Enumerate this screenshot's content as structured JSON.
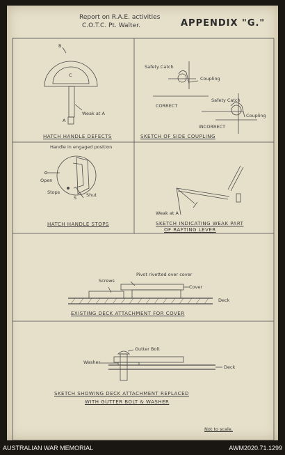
{
  "header": {
    "title_line1": "Report on R.A.E. activities",
    "title_line2": "C.O.T.C. Pt. Walter.",
    "appendix": "APPENDIX \"G.\""
  },
  "panels": {
    "hatch_defects": {
      "label_b": "B",
      "label_c": "C",
      "label_a": "A",
      "weak_at_a": "Weak at A",
      "caption": "HATCH HANDLE DEFECTS"
    },
    "side_coupling": {
      "safety_catch": "Safety Catch",
      "coupling": "Coupling",
      "correct": "CORRECT",
      "safety_catch_2": "Safety Catch",
      "coupling_2": "Coupling",
      "incorrect": "INCORRECT",
      "caption": "SKETCH OF SIDE COUPLING"
    },
    "handle_stops": {
      "engaged": "Handle in engaged position",
      "open": "Open",
      "stops": "Stops",
      "s": "S",
      "shut": "Shut",
      "caption": "HATCH HANDLE STOPS"
    },
    "rafting_lever": {
      "weak_at_a": "Weak at A",
      "caption_line1": "SKETCH INDICATING WEAK PART",
      "caption_line2": "OF RAFTING LEVER"
    },
    "deck_cover": {
      "screws": "Screws",
      "pivot": "Pivot rivetted over cover",
      "cover": "Cover",
      "deck": "Deck",
      "caption": "EXISTING DECK ATTACHMENT FOR COVER"
    },
    "gutter_bolt": {
      "gutter_bolt": "Gutter Bolt",
      "washer": "Washer",
      "deck": "Deck",
      "caption_line1": "SKETCH SHOWING DECK ATTACHMENT REPLACED",
      "caption_line2": "WITH GUTTER BOLT & WASHER"
    }
  },
  "note": "Not to scale.",
  "footer": {
    "left": "AUSTRALIAN WAR MEMORIAL",
    "right": "AWM2020.71.1299"
  }
}
